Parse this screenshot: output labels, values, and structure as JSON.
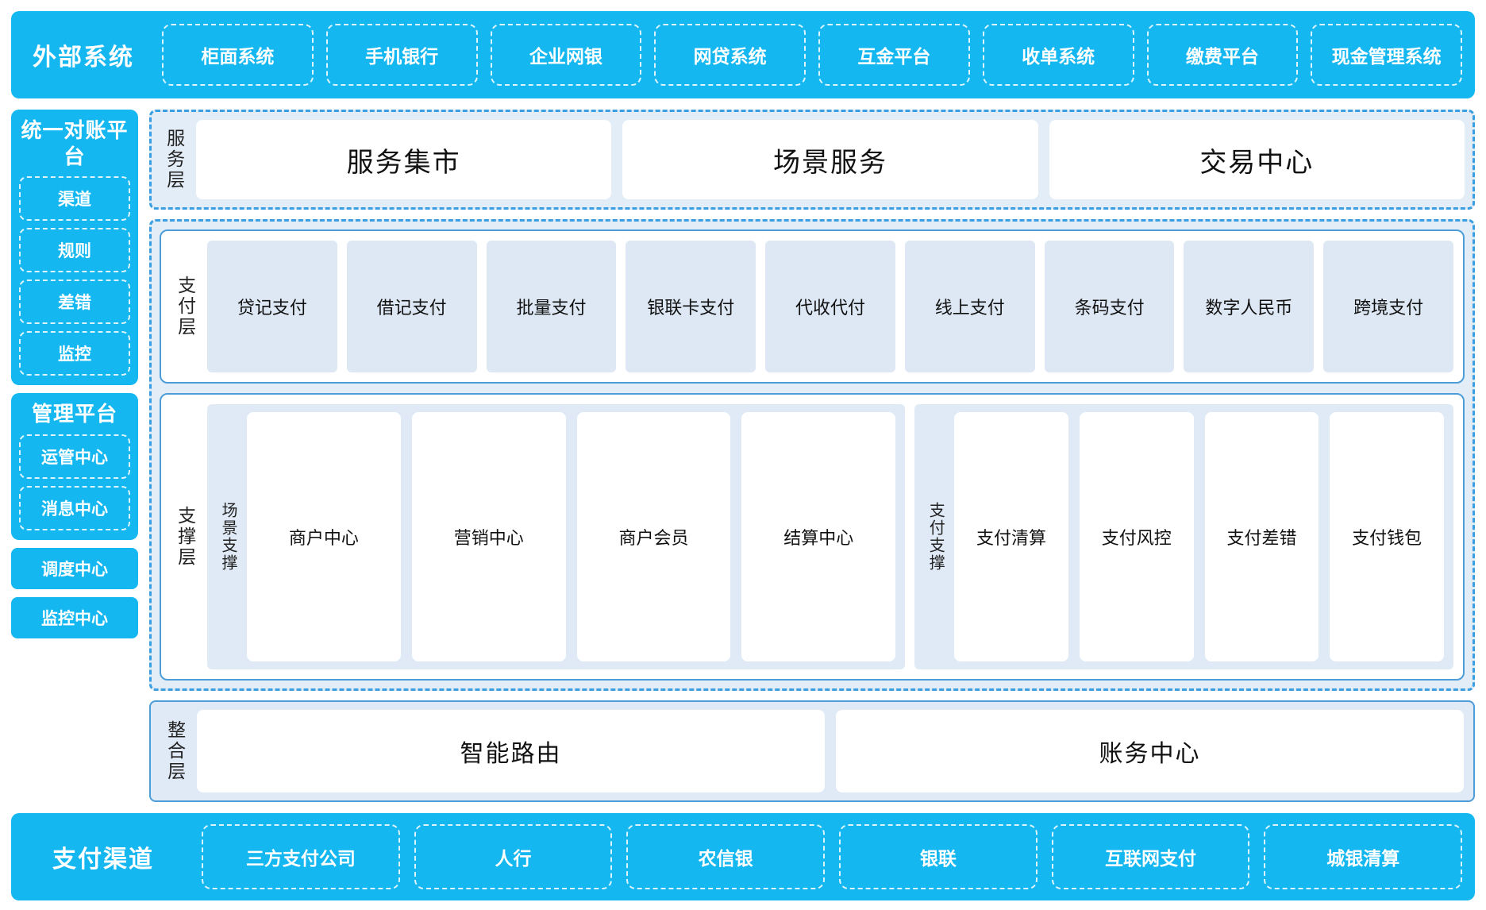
{
  "external": {
    "title": "外部系统",
    "items": [
      "柜面系统",
      "手机银行",
      "企业网银",
      "网贷系统",
      "互金平台",
      "收单系统",
      "缴费平台",
      "现金管理系统"
    ]
  },
  "sidebar": {
    "reconcile": {
      "title": "统一对账平台",
      "items": [
        "渠道",
        "规则",
        "差错",
        "监控"
      ]
    },
    "manage": {
      "title": "管理平台",
      "items": [
        "运管中心",
        "消息中心"
      ]
    },
    "standalone": [
      "调度中心",
      "监控中心"
    ]
  },
  "service_layer": {
    "label": "服务层",
    "cards": [
      "服务集市",
      "场景服务",
      "交易中心"
    ]
  },
  "payment_layer": {
    "label": "支付层",
    "cards": [
      "贷记支付",
      "借记支付",
      "批量支付",
      "银联卡支付",
      "代收代付",
      "线上支付",
      "条码支付",
      "数字人民币",
      "跨境支付"
    ]
  },
  "support_layer": {
    "label": "支撑层",
    "groups": [
      {
        "label": "场景支撑",
        "cards": [
          "商户中心",
          "营销中心",
          "商户会员",
          "结算中心"
        ]
      },
      {
        "label": "支付支撑",
        "cards": [
          "支付清算",
          "支付风控",
          "支付差错",
          "支付钱包"
        ]
      }
    ]
  },
  "integration_layer": {
    "label": "整合层",
    "cards": [
      "智能路由",
      "账务中心"
    ]
  },
  "channels": {
    "title": "支付渠道",
    "items": [
      "三方支付公司",
      "人行",
      "农信银",
      "银联",
      "互联网支付",
      "城银清算"
    ]
  },
  "colors": {
    "brand_cyan": "#14b7f0",
    "panel_blue": "#e2edf8",
    "card_blue": "#dde8f4",
    "border_blue": "#4d9dd8"
  }
}
